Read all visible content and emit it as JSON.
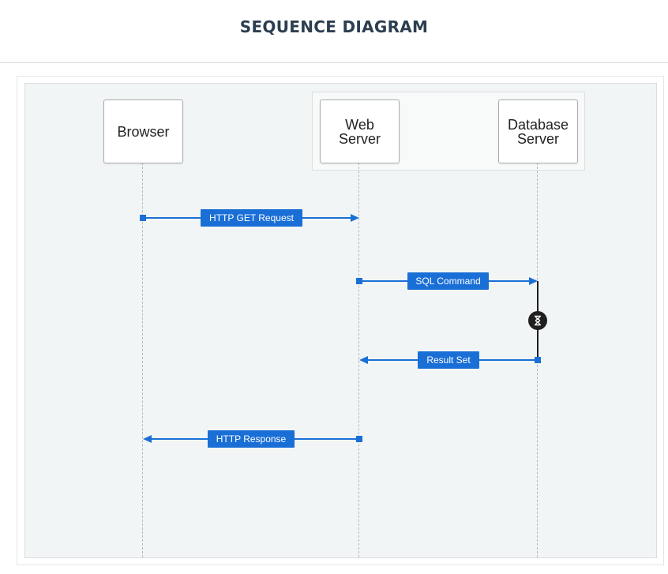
{
  "header": {
    "title": "SEQUENCE DIAGRAM"
  },
  "participants": [
    {
      "id": "browser",
      "label": "Browser"
    },
    {
      "id": "web",
      "label": "Web\nServer"
    },
    {
      "id": "db",
      "label": "Database\nServer"
    }
  ],
  "messages": [
    {
      "label": "HTTP GET Request",
      "from": "Browser",
      "to": "Web Server"
    },
    {
      "label": "SQL Command",
      "from": "Web Server",
      "to": "Database Server"
    },
    {
      "label": "Result Set",
      "from": "Database Server",
      "to": "Web Server"
    },
    {
      "label": "HTTP Response",
      "from": "Web Server",
      "to": "Browser"
    }
  ],
  "activation": {
    "icon": "hourglass-icon"
  },
  "colors": {
    "title": "#2c3e50",
    "message": "#1a6fd6",
    "activation": "#1f1f1f",
    "canvas": "#f2f5f5"
  }
}
